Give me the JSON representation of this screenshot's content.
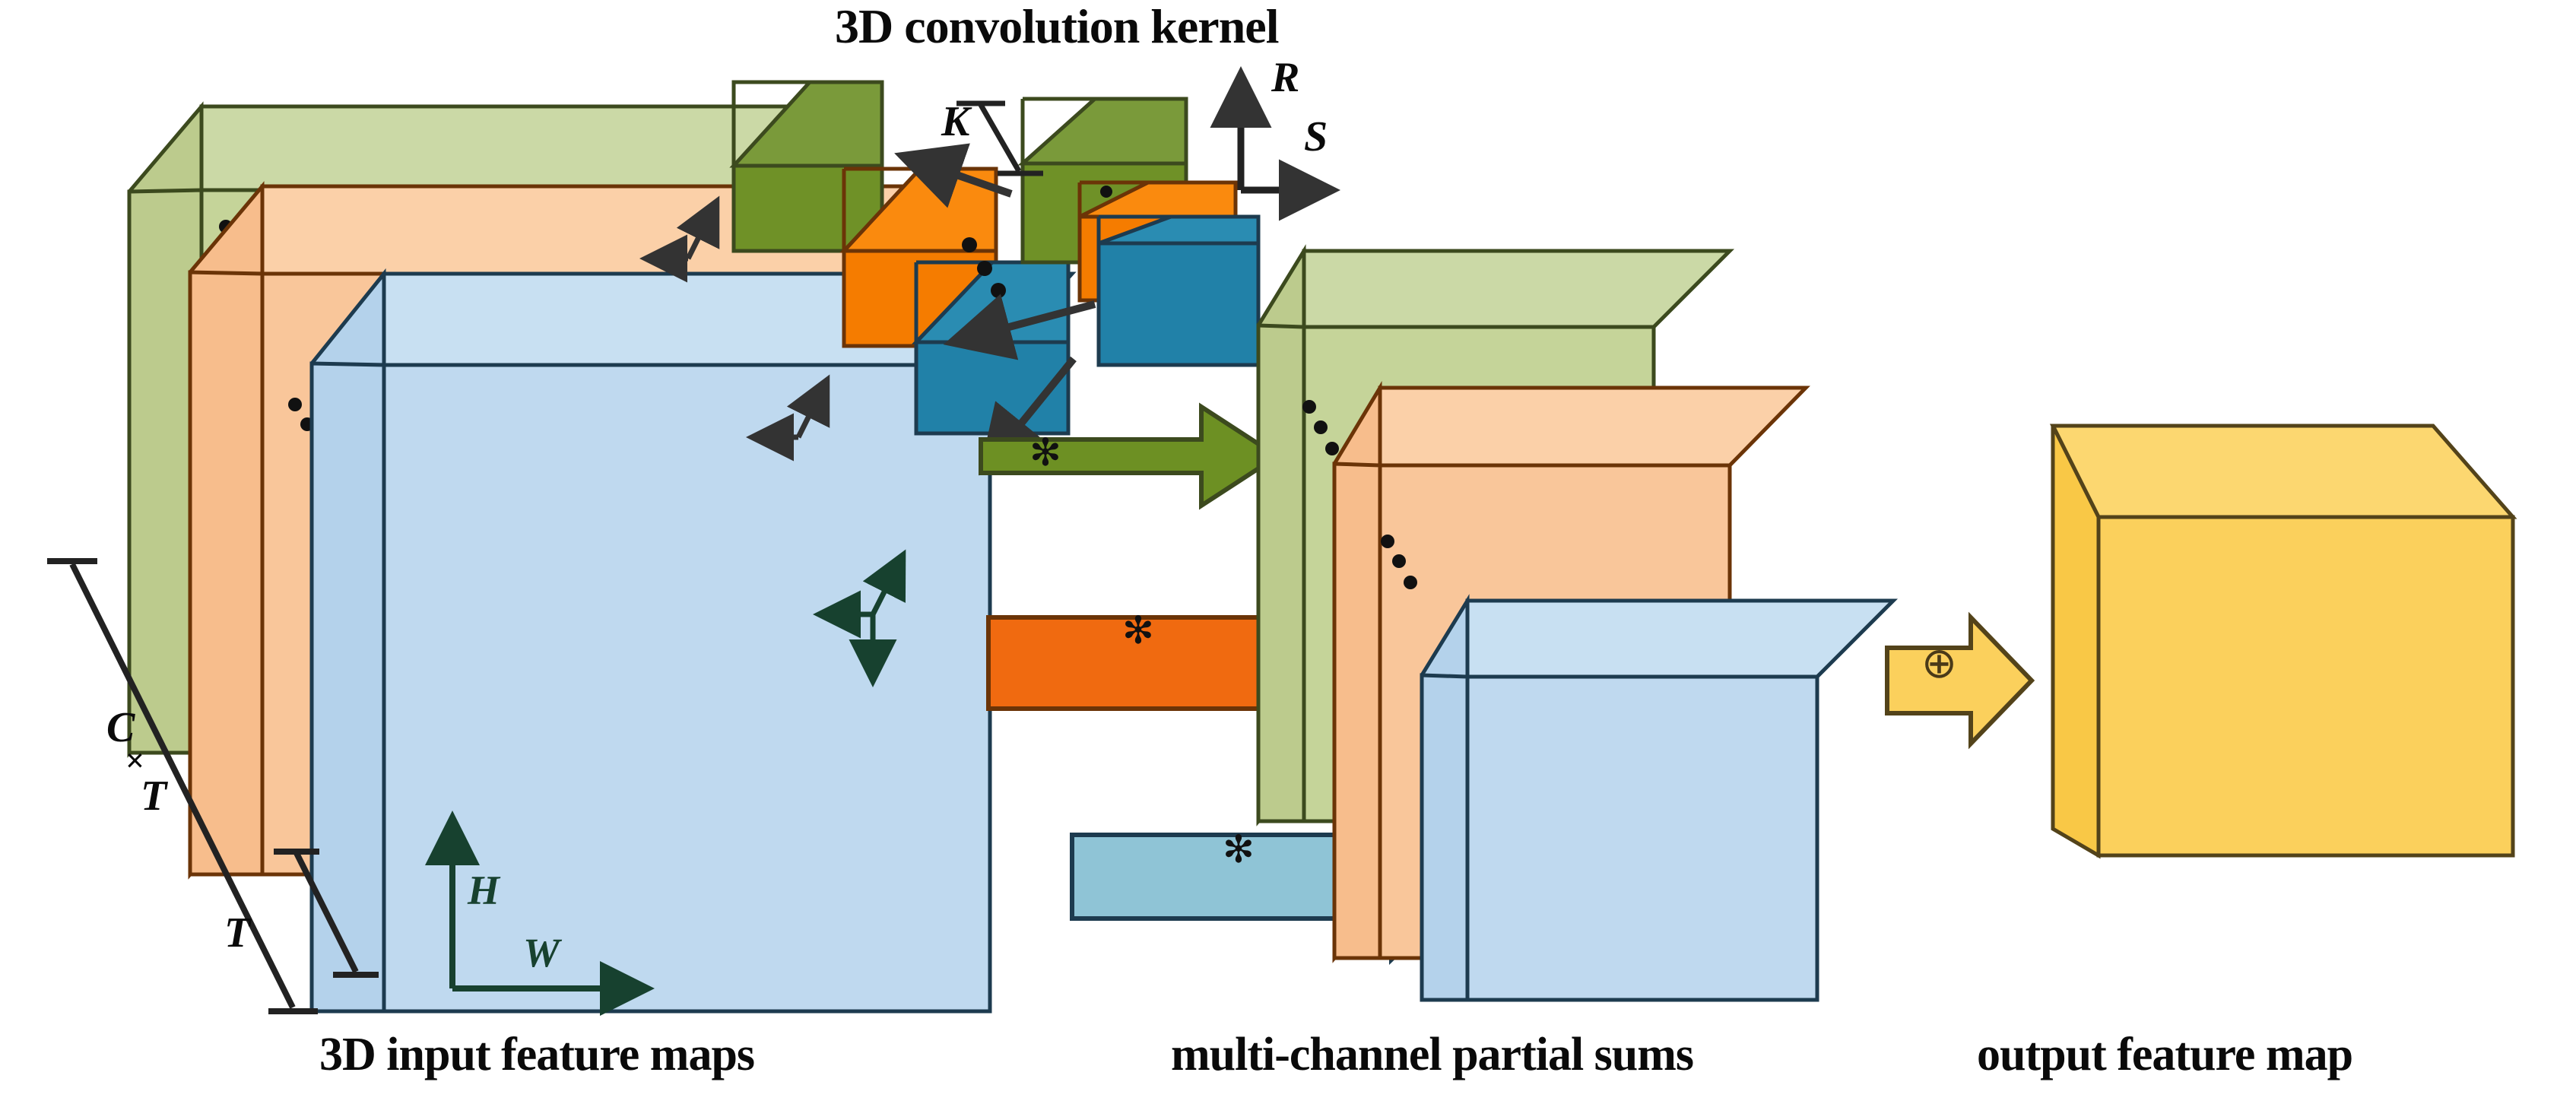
{
  "title": "3D convolution kernel",
  "captions": {
    "input": "3D input feature maps",
    "partial": "multi-channel partial sums",
    "output": "output feature map"
  },
  "dimension_labels": {
    "kernel_depth": "K",
    "kernel_height": "R",
    "kernel_width": "S",
    "channels_times_time": "C",
    "times_symbol": "×",
    "time_sub": "T",
    "time_bracket": "T",
    "map_height": "H",
    "map_width": "W"
  },
  "operators": {
    "convolution": "✻",
    "accumulate": "⊕",
    "ellipsis_dot": "•"
  },
  "colors": {
    "green_light": "#c5d499",
    "green_light_top": "#cbd9a6",
    "green_light_side": "#bccb8d",
    "green_dark": "#6f9127",
    "green_dark_top": "#7a9a3a",
    "green_dark_side": "#85993f",
    "green_arrow": "#6d9023",
    "orange_light": "#f9c69a",
    "orange_light_top": "#fbd0a8",
    "orange_light_side": "#f7bd8c",
    "orange_dark": "#f57c00",
    "orange_dark_top": "#fa8a0e",
    "orange_arrow": "#f06a10",
    "blue_light": "#bfd9ef",
    "blue_light_top": "#c8e0f2",
    "blue_light_side": "#b4d2eb",
    "blue_dark": "#2181a8",
    "blue_dark_top": "#2a8cb2",
    "blue_arrow": "#8fc4d6",
    "yellow": "#fbd05c",
    "yellow_top": "#fcd770",
    "yellow_side": "#f9c846",
    "stroke": "#333333",
    "stroke_green": "#3c4a1e",
    "stroke_blue": "#1d3b4f",
    "stroke_orange": "#6b3407",
    "stroke_yellow": "#53431a",
    "text": "#0a0a0a",
    "text_dark_green": "#17412f",
    "background": "#ffffff"
  },
  "chart_data": {
    "type": "diagram",
    "title": "3D convolution kernel",
    "description": "3D convolution dataflow diagram: stacked 3D input feature maps convolved by multi-channel 3D kernels producing multi-channel partial sums, which are accumulated into a single output feature map.",
    "stages": [
      {
        "name": "3D input feature maps",
        "channels": 3,
        "colors": [
          "#c5d499",
          "#f9c69a",
          "#bfd9ef"
        ],
        "dims": [
          "C×T",
          "T",
          "H",
          "W"
        ]
      },
      {
        "name": "3D convolution kernel",
        "channels": 3,
        "colors": [
          "#6f9127",
          "#f57c00",
          "#2181a8"
        ],
        "dims": [
          "K",
          "R",
          "S"
        ]
      },
      {
        "name": "multi-channel partial sums",
        "channels": 3,
        "colors": [
          "#c5d499",
          "#f9c69a",
          "#bfd9ef"
        ]
      },
      {
        "name": "output feature map",
        "channels": 1,
        "colors": [
          "#fbd05c"
        ]
      }
    ],
    "operations": [
      {
        "symbol": "✻",
        "name": "convolution",
        "channel": "green"
      },
      {
        "symbol": "✻",
        "name": "convolution",
        "channel": "orange"
      },
      {
        "symbol": "✻",
        "name": "convolution",
        "channel": "blue"
      },
      {
        "symbol": "⊕",
        "name": "accumulate",
        "channel": "yellow"
      }
    ]
  }
}
